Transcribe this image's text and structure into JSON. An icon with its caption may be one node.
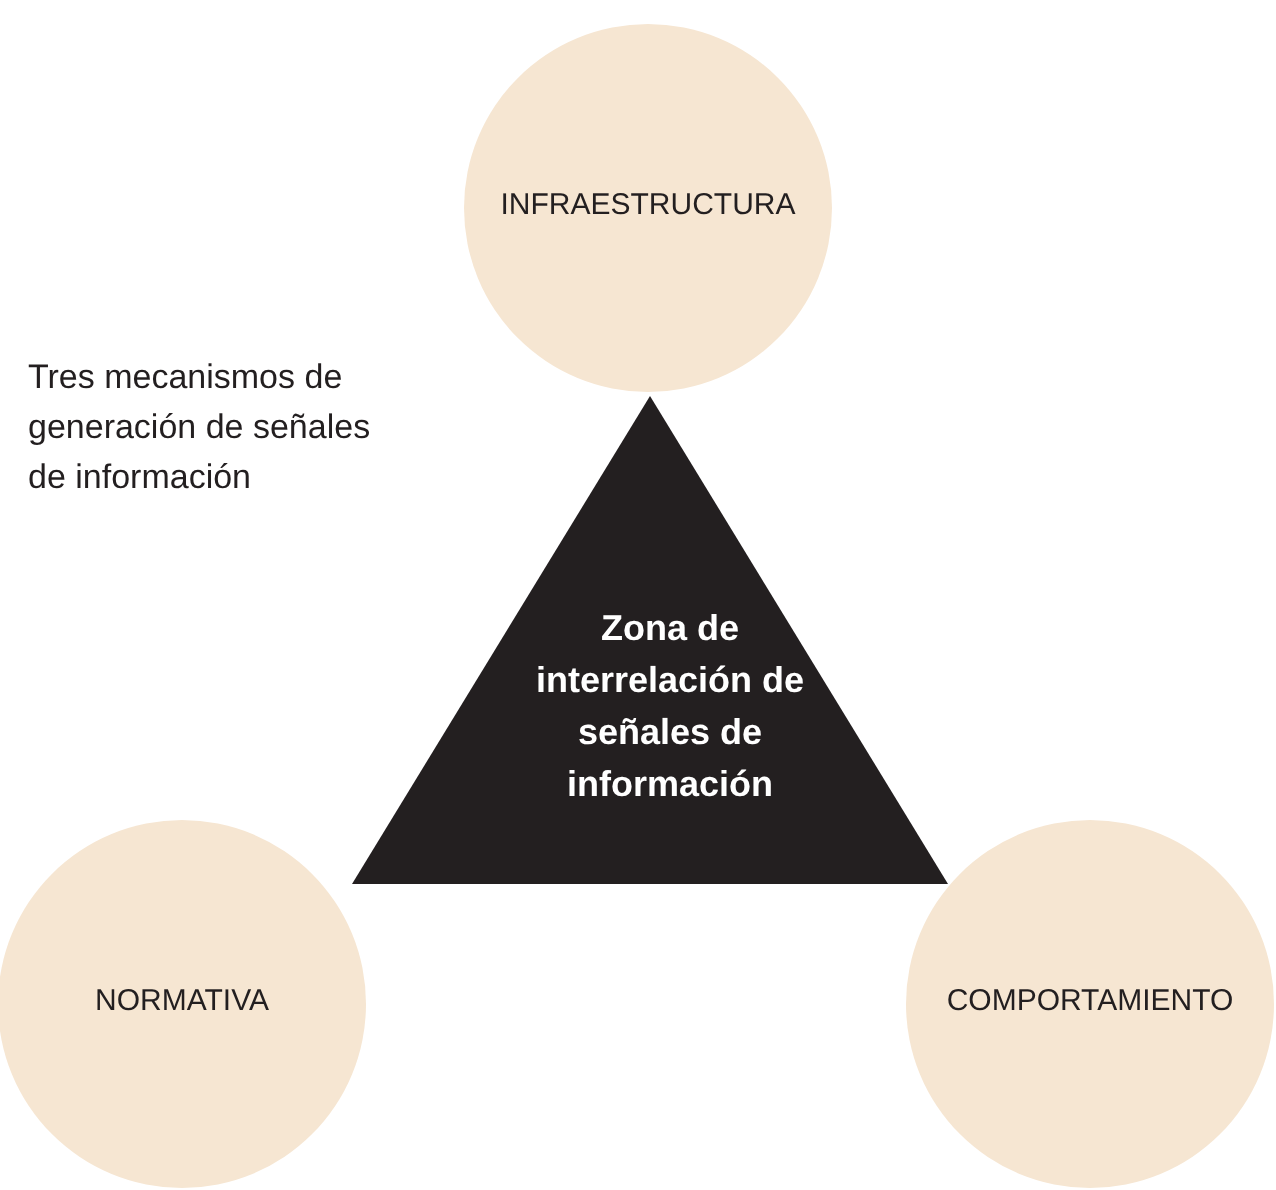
{
  "diagram": {
    "nodes": [
      {
        "text": [
          "INFRAESTRUCTURA"
        ]
      },
      {
        "text": [
          "Zona de interrelación de señales de información"
        ]
      },
      {
        "text": [
          "NORMATIVA"
        ]
      },
      {
        "text": [
          "COMPORTAMIENTO"
        ]
      }
    ],
    "labels": [
      "Tres mecanismos de generación de señales de información"
    ]
  }
}
